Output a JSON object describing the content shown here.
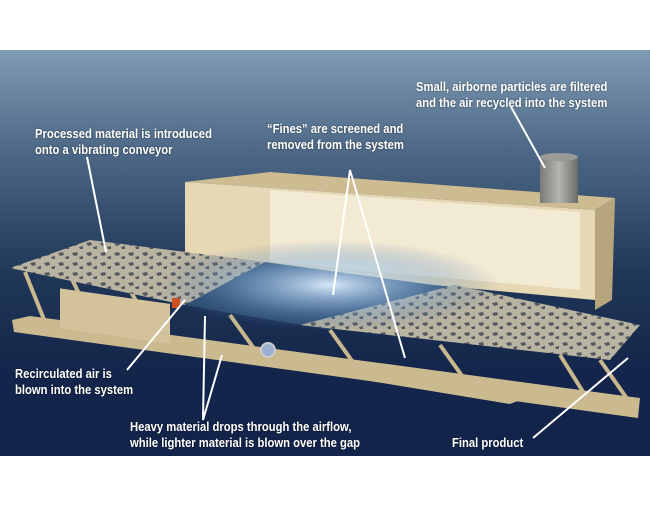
{
  "labels": {
    "filter": [
      "Small, airborne particles are filtered",
      "and the air recycled into the system"
    ],
    "intro": [
      "Processed material is introduced",
      "onto a vibrating conveyor"
    ],
    "fines": [
      "“Fines” are screened and",
      "removed from the system"
    ],
    "recirc": [
      "Recirculated air is",
      "blown into the system"
    ],
    "heavy": [
      "Heavy material drops through the airflow,",
      "while lighter material is blown over the gap"
    ],
    "final": [
      "Final product"
    ]
  }
}
